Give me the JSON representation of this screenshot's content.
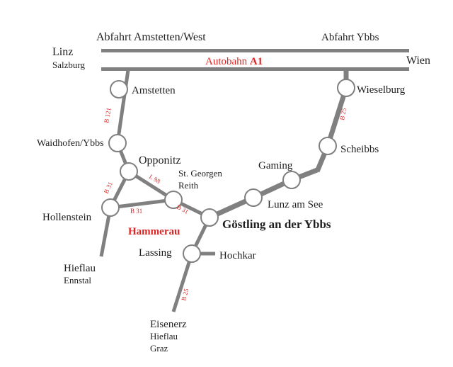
{
  "map": {
    "highway": {
      "exit_west": "Abfahrt Amstetten/West",
      "exit_east": "Abfahrt Ybbs",
      "name_prefix": "Autobahn",
      "name_number": "A1",
      "west_city_1": "Linz",
      "west_city_2": "Salzburg",
      "east_city": "Wien"
    },
    "towns": {
      "amstetten": "Amstetten",
      "waidhofen": "Waidhofen/Ybbs",
      "opponitz": "Opponitz",
      "st_georgen_1": "St. Georgen",
      "st_georgen_2": "Reith",
      "hollenstein": "Hollenstein",
      "hammerau": "Hammerau",
      "goestling": "Göstling an der Ybbs",
      "lunz": "Lunz am See",
      "gaming": "Gaming",
      "scheibbs": "Scheibbs",
      "wieselburg": "Wieselburg",
      "lassing": "Lassing",
      "hochkar": "Hochkar",
      "hieflau_1": "Hieflau",
      "hieflau_2": "Ennstal",
      "south_1": "Eisenerz",
      "south_2": "Hieflau",
      "south_3": "Graz"
    },
    "roads": {
      "b121": "B 121",
      "b31_west": "B 31",
      "b31_mid": "B 31",
      "b31_east": "B 31",
      "l98": "L 98",
      "b25_north": "B 25",
      "b25_south": "B 25"
    },
    "colors": {
      "road": "#808080",
      "label": "#1f1f1f",
      "highlight": "#e02424"
    }
  }
}
